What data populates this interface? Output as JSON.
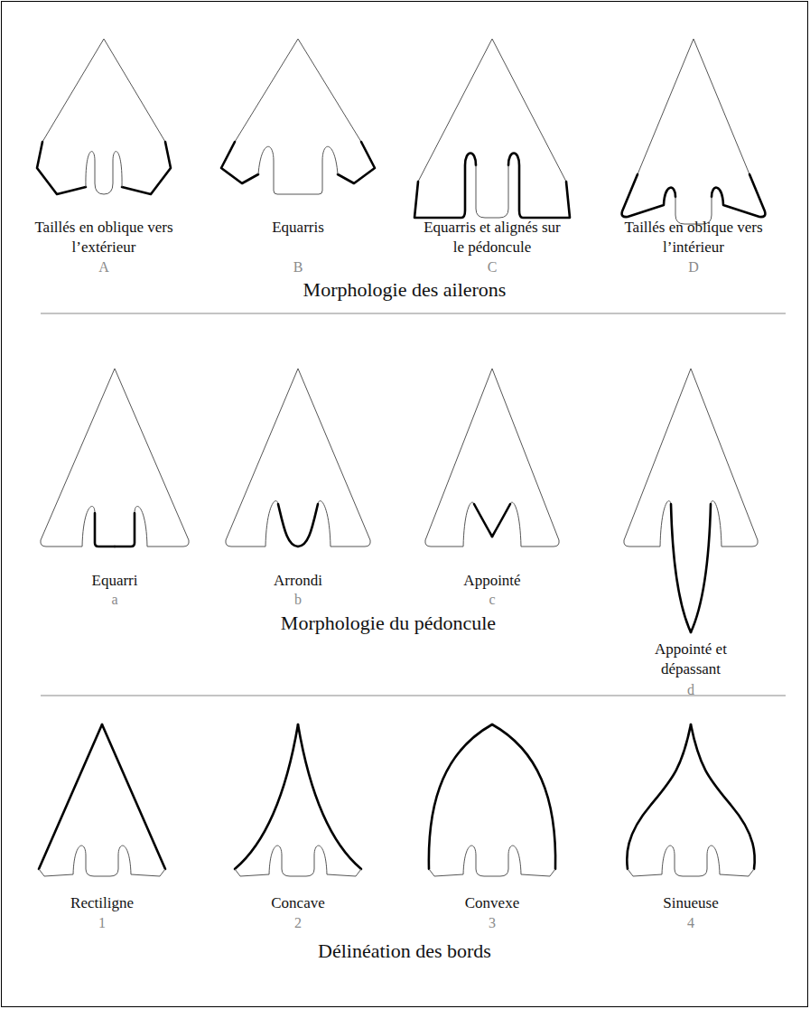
{
  "diagram": {
    "labels": [
      "Taillés en oblique vers l’extérieur",
      "A",
      "Equarris",
      "B",
      "Equarris et alignés sur le pédoncule",
      "C",
      "Taillés en oblique vers l’intérieur",
      "D",
      "Morphologie des ailerons",
      "Equarri",
      "a",
      "Arrondi",
      "b",
      "Appointé",
      "c",
      "Appointé et dépassant",
      "d",
      "Morphologie du pédoncule",
      "Rectiligne",
      "1",
      "Concave",
      "2",
      "Convexe",
      "3",
      "Sinueuse",
      "4",
      "Délinéation des bords"
    ]
  }
}
